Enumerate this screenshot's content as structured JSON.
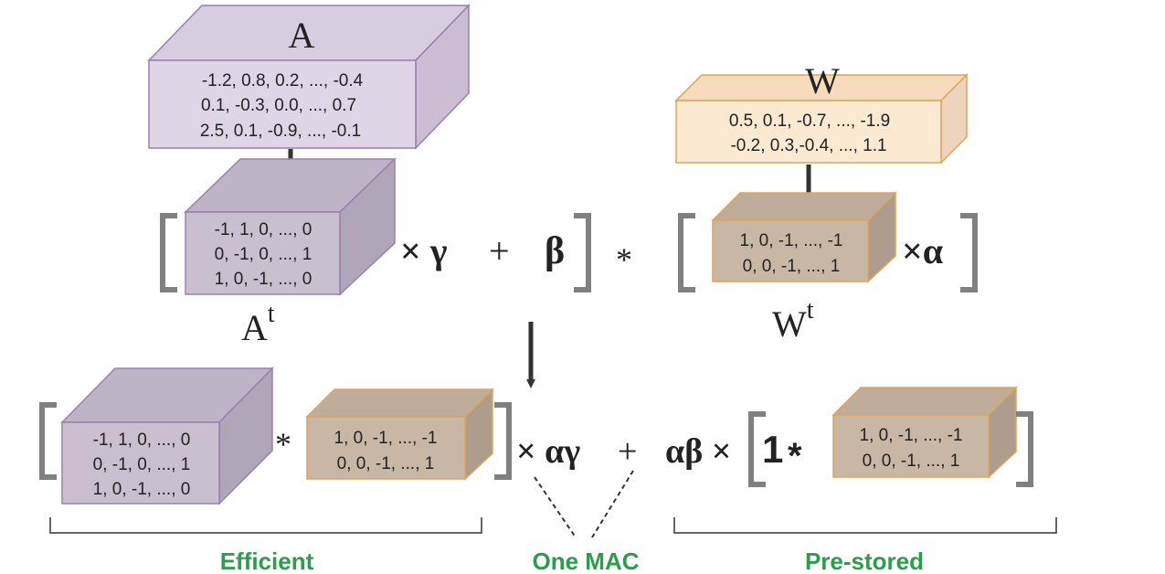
{
  "colors": {
    "purple_front": "#e0d5e6",
    "purple_top": "#d8cce0",
    "purple_side": "#cabdd4",
    "purple_edge": "#9a7fb0",
    "dark_front": "#c9bfcf",
    "dark_top": "#bfb3c7",
    "dark_side": "#b1a5b9",
    "orange_front": "#fce9d2",
    "orange_top": "#f6dcbc",
    "orange_side": "#ecd4be",
    "orange_edge": "#dca55e",
    "tan_front": "#c9b7a6",
    "tan_top": "#bfac9a",
    "tan_side": "#ae9d8c",
    "bracket": "#808080",
    "arrow": "#333333",
    "label_green": "#2e9b4e"
  },
  "matrix_A": {
    "label": "A",
    "rows": [
      "-1.2, 0.8, 0.2, ..., -0.4",
      "0.1, -0.3, 0.0, ..., 0.7",
      "2.5, 0.1, -0.9, ..., -0.1"
    ]
  },
  "matrix_W": {
    "label": "W",
    "rows": [
      "0.5, 0.1, -0.7, ..., -1.9",
      "-0.2, 0.3,-0.4, ...,  1.1"
    ]
  },
  "matrix_At": {
    "label": "A",
    "sup": "t",
    "rows": [
      "-1, 1, 0, ..., 0",
      "0, -1, 0, ..., 1",
      "1, 0, -1, ..., 0"
    ]
  },
  "matrix_Wt": {
    "label": "W",
    "sup": "t",
    "rows": [
      "1, 0, -1, ..., -1",
      "0, 0, -1, ...,  1"
    ]
  },
  "eq1": {
    "times_gamma": "× γ",
    "plus": "+",
    "beta": "β",
    "conv": "*",
    "times_alpha": "×α"
  },
  "eq2": {
    "conv": "*",
    "times_alphagamma": "× αγ",
    "plus": "+",
    "alphabeta": "αβ ×",
    "one": "1",
    "conv_bold": "*"
  },
  "bottom_rows": {
    "at": [
      "-1, 1, 0, ..., 0",
      "0, -1, 0, ..., 1",
      "1, 0, -1, ..., 0"
    ],
    "wt": [
      "1, 0, -1, ..., -1",
      "0, 0, -1, ...,  1"
    ],
    "prestored": [
      "1, 0, -1, ..., -1",
      "0, 0, -1, ...,  1"
    ]
  },
  "labels": {
    "efficient": "Efficient",
    "one_mac": "One MAC",
    "prestored": "Pre-stored"
  }
}
